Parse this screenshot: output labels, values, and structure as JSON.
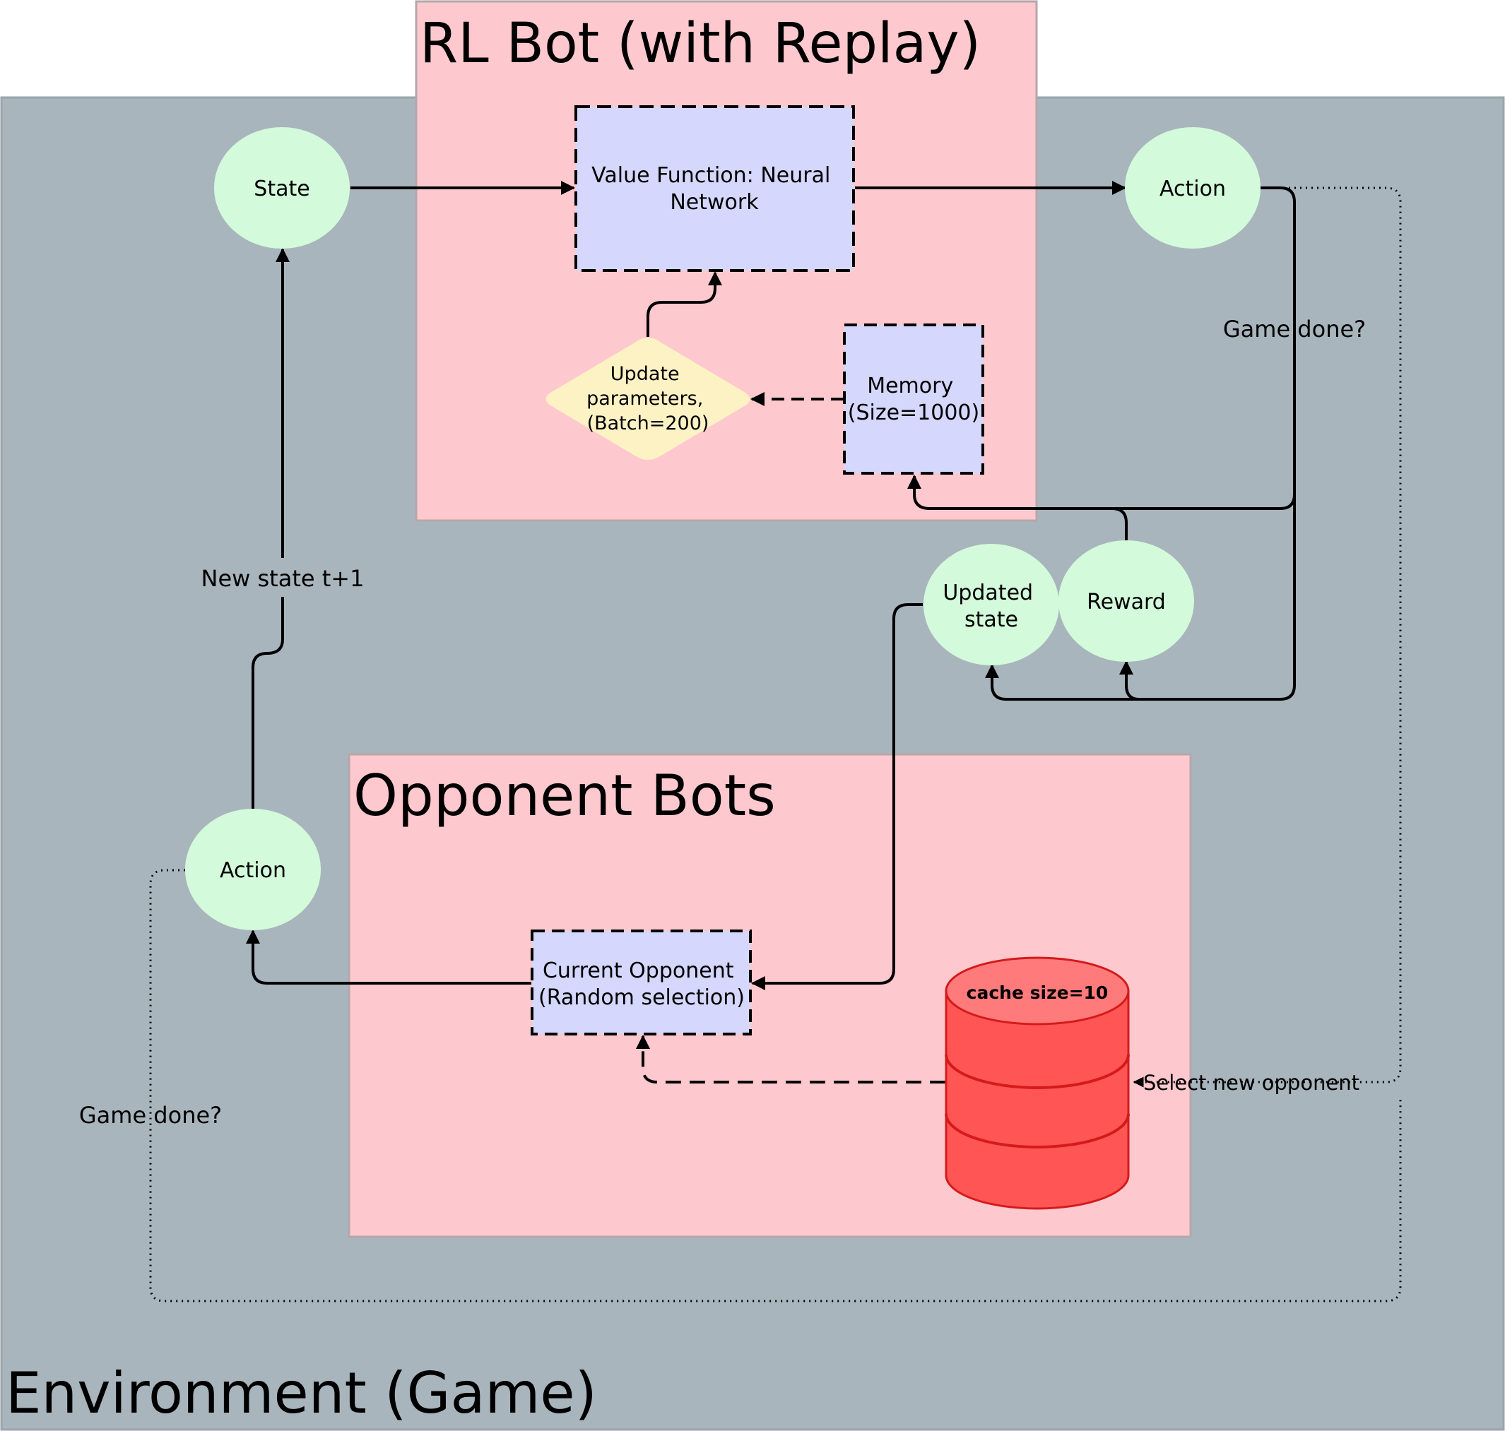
{
  "regions": {
    "environment": {
      "title": "Environment (Game)"
    },
    "rl_bot": {
      "title": "RL Bot (with Replay)"
    },
    "opponent_bots": {
      "title": "Opponent Bots"
    }
  },
  "nodes": {
    "state": "State",
    "value_function": [
      "Value Function: Neural",
      "Network"
    ],
    "action_top": "Action",
    "update_params": [
      "Update",
      "parameters,",
      "(Batch=200)"
    ],
    "memory": [
      "Memory",
      "(Size=1000)"
    ],
    "updated_state": [
      "Updated",
      "state"
    ],
    "reward": "Reward",
    "action_bottom": "Action",
    "current_opponent": [
      "Current Opponent",
      "(Random selection)"
    ],
    "cache": "cache size=10"
  },
  "edge_labels": {
    "game_done_right": "Game done?",
    "new_state": "New state t+1",
    "game_done_left": "Game done?",
    "select_new_opponent": "Select new opponent"
  },
  "colors": {
    "environment_bg": "#a9b5bd",
    "bot_region_bg": "#fdc8ce",
    "circle_fill": "#d3fadb",
    "box_fill": "#d5d7fd",
    "diamond_fill": "#fdf2c4",
    "cache_fill": "#ff5555",
    "cache_top": "#ff7b7b",
    "cache_stroke": "#d51a1a"
  }
}
